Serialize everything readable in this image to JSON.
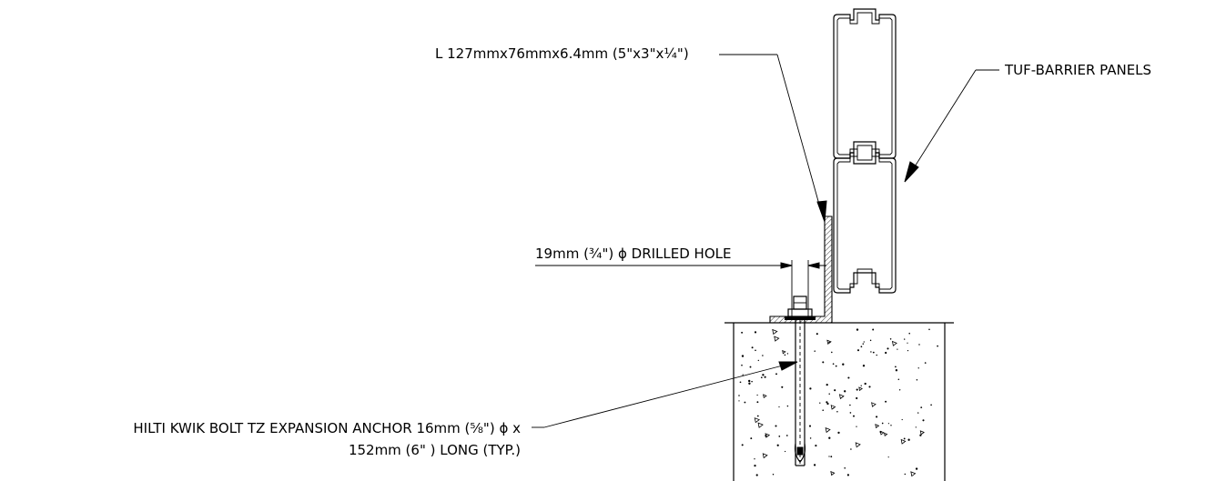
{
  "labels": {
    "angle": "L 127mmx76mmx6.4mm (5\"x3\"x¼\")",
    "panels": "TUF-BARRIER PANELS",
    "hole": "19mm (¾\") ϕ DRILLED HOLE",
    "anchor_line1": "HILTI KWIK BOLT TZ EXPANSION ANCHOR 16mm (⅝\") ϕ x",
    "anchor_line2": "152mm (6\" ) LONG (TYP.)"
  }
}
